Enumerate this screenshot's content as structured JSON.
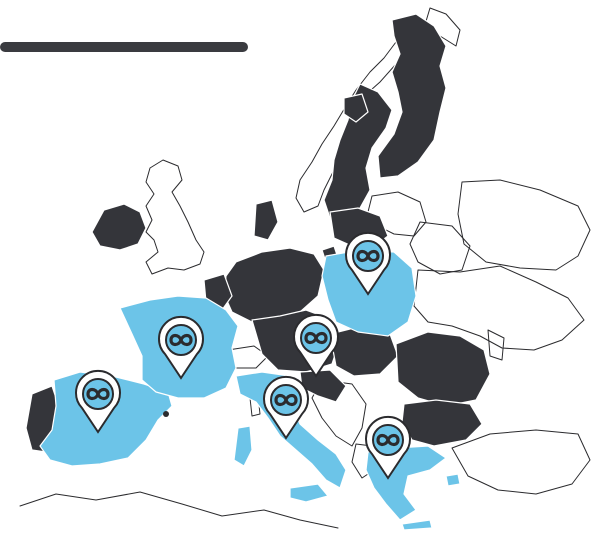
{
  "map": {
    "colors": {
      "highlighted_dark": "#34353a",
      "highlighted_blue": "#6cc4e8",
      "outline": "#2b2b2e",
      "background": "#ffffff"
    },
    "header_bar": {
      "color": "#3a3b40"
    },
    "pins": [
      {
        "id": "portugal-spain",
        "icon": "infinity-icon"
      },
      {
        "id": "france",
        "icon": "infinity-icon"
      },
      {
        "id": "italy",
        "icon": "infinity-icon"
      },
      {
        "id": "austria-czech",
        "icon": "infinity-icon"
      },
      {
        "id": "poland",
        "icon": "infinity-icon"
      },
      {
        "id": "greece-bulgaria",
        "icon": "infinity-icon"
      }
    ]
  }
}
